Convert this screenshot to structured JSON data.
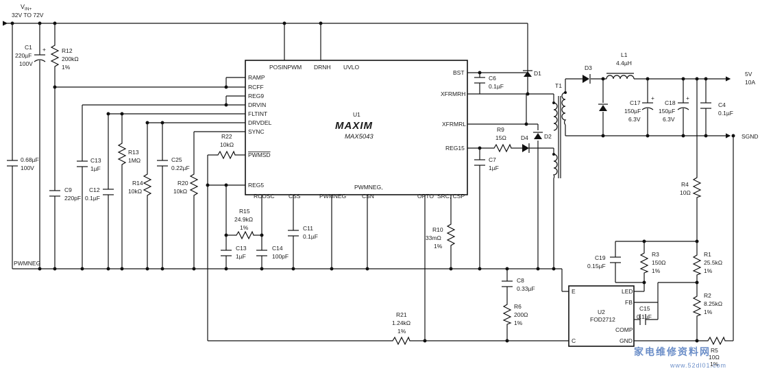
{
  "vin": {
    "label": "V",
    "sub": "IN+",
    "range": "32V TO 72V"
  },
  "nets": {
    "pwmneg": "PWMNEG",
    "vout": "5V",
    "iout": "10A",
    "sgnd": "SGND"
  },
  "u1": {
    "ref": "U1",
    "logo": "MAXIM",
    "part": "MAX5043",
    "pins": {
      "posinpwm": "POSINPWM",
      "drnh": "DRNH",
      "uvlo": "UVLO",
      "ramp": "RAMP",
      "rcff": "RCFF",
      "reg9": "REG9",
      "drvin": "DRVIN",
      "fltint": "FLTINT",
      "drvdel": "DRVDEL",
      "sync": "SYNC",
      "pwmsd": "PWMSD",
      "reg5": "REG5",
      "rcosc": "RCOSC",
      "css": "CSS",
      "pwmneg": "PWMNEG",
      "pwmneg_csn_1": "PWMNEG,",
      "pwmneg_csn_2": "CSN",
      "opto": "OPTO",
      "src_csp": "SRC, CSP",
      "bst": "BST",
      "xfrmrh": "XFRMRH",
      "xfrmrl": "XFRMRL",
      "reg15": "REG15"
    }
  },
  "u2": {
    "ref": "U2",
    "part": "FOD2712",
    "pins": {
      "e": "E",
      "c": "C",
      "led": "LED",
      "fb": "FB",
      "comp": "COMP",
      "gnd": "GND"
    }
  },
  "components": {
    "c1": {
      "ref": "C1",
      "v1": "220µF",
      "v2": "100V"
    },
    "r12": {
      "ref": "R12",
      "v1": "200kΩ",
      "v2": "1%"
    },
    "c_in": {
      "v1": "0.68µF",
      "v2": "100V"
    },
    "c9": {
      "ref": "C9",
      "v1": "220pF"
    },
    "c13a": {
      "ref": "C13",
      "v1": "1µF"
    },
    "c12": {
      "ref": "C12",
      "v1": "0.1µF"
    },
    "r13": {
      "ref": "R13",
      "v1": "1MΩ"
    },
    "r14": {
      "ref": "R14",
      "v1": "10kΩ"
    },
    "c25": {
      "ref": "C25",
      "v1": "0.22µF"
    },
    "r20": {
      "ref": "R20",
      "v1": "10kΩ"
    },
    "r22": {
      "ref": "R22",
      "v1": "10kΩ"
    },
    "r15": {
      "ref": "R15",
      "v1": "24.9kΩ",
      "v2": "1%"
    },
    "c13b": {
      "ref": "C13",
      "v1": "1µF"
    },
    "c14": {
      "ref": "C14",
      "v1": "100pF"
    },
    "c11": {
      "ref": "C11",
      "v1": "0.1µF"
    },
    "r10": {
      "ref": "R10",
      "v1": "33mΩ",
      "v2": "1%"
    },
    "c6": {
      "ref": "C6",
      "v1": "0.1µF"
    },
    "d1": {
      "ref": "D1"
    },
    "r9": {
      "ref": "R9",
      "v1": "15Ω"
    },
    "d4": {
      "ref": "D4"
    },
    "d2": {
      "ref": "D2"
    },
    "c7": {
      "ref": "C7",
      "v1": "1µF"
    },
    "t1": {
      "ref": "T1"
    },
    "d3": {
      "ref": "D3"
    },
    "l1": {
      "ref": "L1",
      "v1": "4.4µH"
    },
    "c17": {
      "ref": "C17",
      "v1": "150µF",
      "v2": "6.3V"
    },
    "c18": {
      "ref": "C18",
      "v1": "150µF",
      "v2": "6.3V"
    },
    "c4": {
      "ref": "C4",
      "v1": "0.1µF"
    },
    "r4": {
      "ref": "R4",
      "v1": "10Ω"
    },
    "c19": {
      "ref": "C19",
      "v1": "0.15µF"
    },
    "r3": {
      "ref": "R3",
      "v1": "150Ω",
      "v2": "1%"
    },
    "r1": {
      "ref": "R1",
      "v1": "25.5kΩ",
      "v2": "1%"
    },
    "r2": {
      "ref": "R2",
      "v1": "8.25kΩ",
      "v2": "1%"
    },
    "c15": {
      "ref": "C15",
      "v1": "0.1µF"
    },
    "r5": {
      "ref": "R5",
      "v1": "10Ω",
      "v2": "1%"
    },
    "c8": {
      "ref": "C8",
      "v1": "0.33µF"
    },
    "r6": {
      "ref": "R6",
      "v1": "200Ω",
      "v2": "1%"
    },
    "r21": {
      "ref": "R21",
      "v1": "1.24kΩ",
      "v2": "1%"
    }
  },
  "watermark": {
    "cn": "家电维修资料网",
    "url": "www.52dl01.com"
  }
}
